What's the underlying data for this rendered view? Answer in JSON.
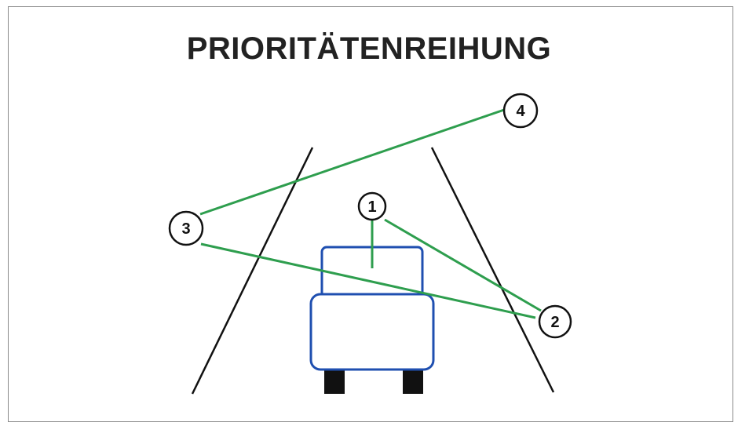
{
  "diagram": {
    "title": "PRIORITÄTENREIHUNG",
    "markers": [
      {
        "id": "1",
        "label": "1"
      },
      {
        "id": "2",
        "label": "2"
      },
      {
        "id": "3",
        "label": "3"
      },
      {
        "id": "4",
        "label": "4"
      }
    ],
    "colors": {
      "connector": "#2e9e4e",
      "vehicle_outline": "#1f4fb0",
      "road_edge": "#111111",
      "wheel": "#111111",
      "marker_outline": "#111111"
    }
  }
}
